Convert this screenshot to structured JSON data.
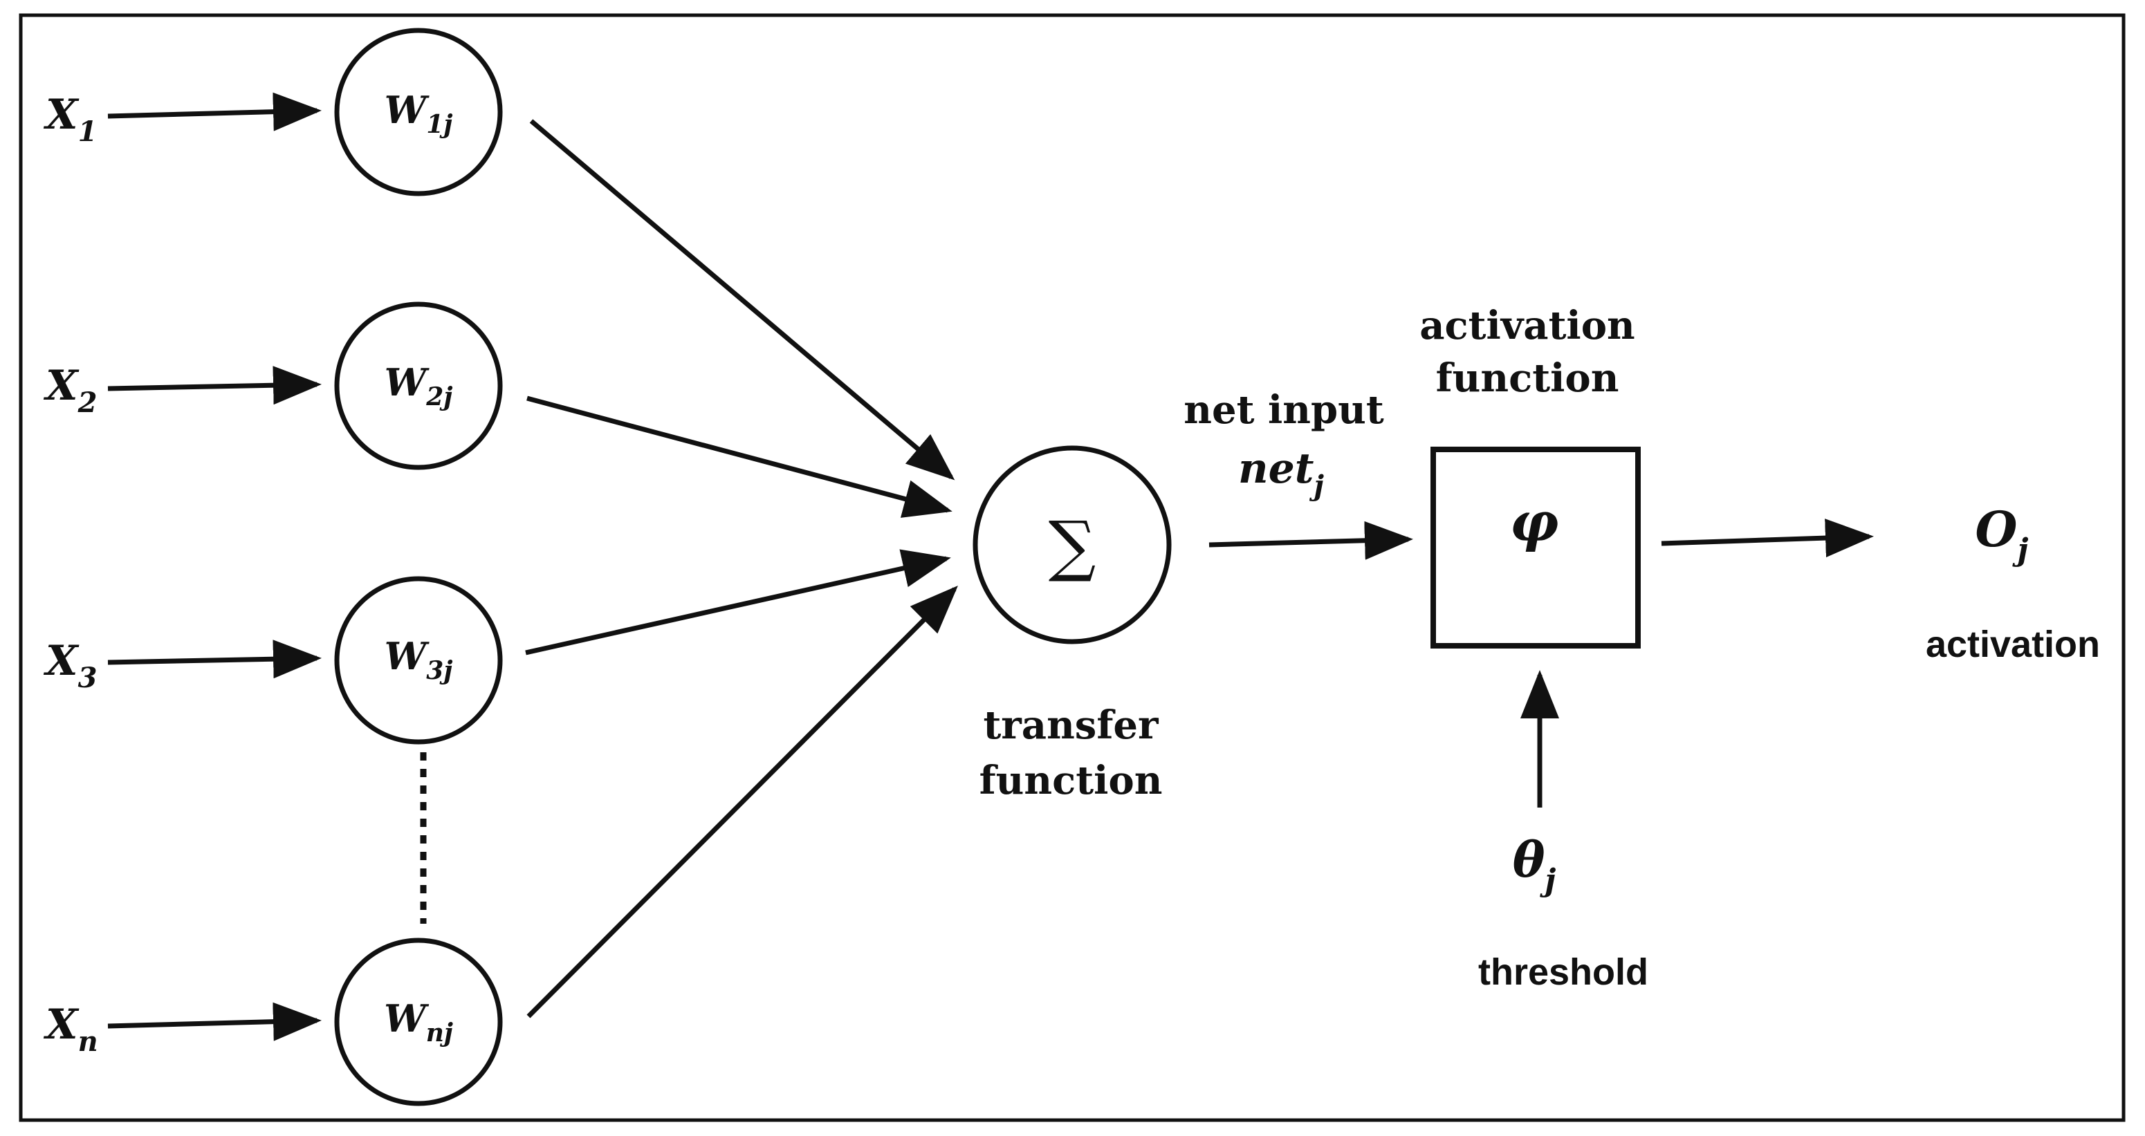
{
  "inputs": [
    {
      "base": "X",
      "sub": "1"
    },
    {
      "base": "X",
      "sub": "2"
    },
    {
      "base": "X",
      "sub": "3"
    },
    {
      "base": "X",
      "sub": "n"
    }
  ],
  "weights": [
    {
      "base": "W",
      "sub": "1j"
    },
    {
      "base": "W",
      "sub": "2j"
    },
    {
      "base": "W",
      "sub": "3j"
    },
    {
      "base": "W",
      "sub": "nj"
    }
  ],
  "summation": {
    "symbol": "∑",
    "label_line1": "transfer",
    "label_line2": "function"
  },
  "net_input": {
    "label": "net input",
    "base": "net",
    "sub": "j"
  },
  "activation_function": {
    "label_line1": "activation",
    "label_line2": "function",
    "symbol": "φ"
  },
  "threshold": {
    "base": "θ",
    "sub": "j",
    "label": "threshold"
  },
  "output": {
    "base": "O",
    "sub": "j",
    "label": "activation"
  },
  "colors": {
    "stroke": "#111111",
    "background": "#ffffff"
  }
}
